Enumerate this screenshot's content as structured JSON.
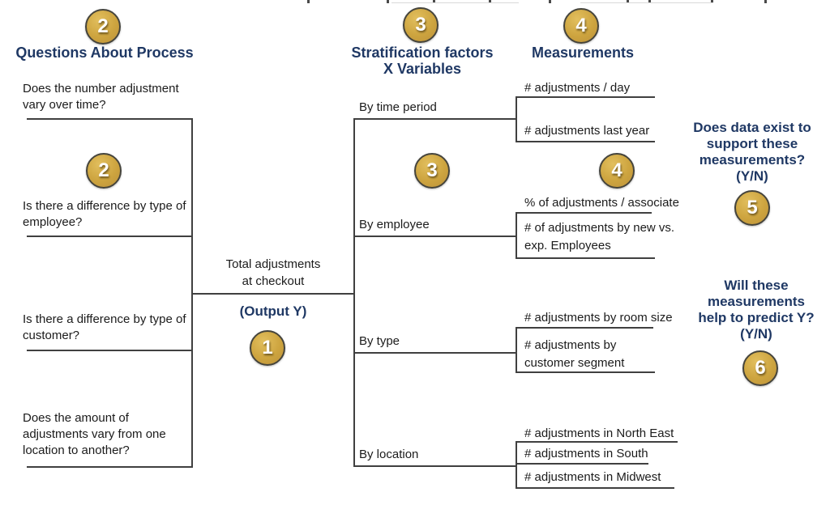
{
  "colors": {
    "heading_blue": "#1F3864",
    "badge_gold": "#CDA43F",
    "line_gray": "#404040",
    "text_black": "#1B1B1B"
  },
  "headers": {
    "questions": "Questions About Process",
    "stratification": [
      "Stratification factors",
      "X Variables"
    ],
    "measurements": "Measurements"
  },
  "badges": {
    "questions_top": "2",
    "questions_mid": "2",
    "output": "1",
    "stratification_top": "3",
    "stratification_mid": "3",
    "measurements_top": "4",
    "measurements_mid": "4",
    "data_exists": "5",
    "predict": "6"
  },
  "questions": [
    {
      "lines": [
        "Does the number adjustment",
        "vary over time?"
      ]
    },
    {
      "lines": [
        "Is there a difference by type of",
        "employee?"
      ]
    },
    {
      "lines": [
        "Is there a difference by type of",
        "customer?"
      ]
    },
    {
      "lines": [
        "Does the amount of",
        "adjustments vary from one",
        "location to another?"
      ]
    }
  ],
  "output": {
    "lines": [
      "Total adjustments",
      "at checkout"
    ],
    "label": "(Output Y)"
  },
  "factors": [
    {
      "label": "By time period"
    },
    {
      "label": "By employee"
    },
    {
      "label": "By type"
    },
    {
      "label": "By location"
    }
  ],
  "measurements": [
    {
      "lines": [
        "# adjustments / day"
      ]
    },
    {
      "lines": [
        "# adjustments last year"
      ]
    },
    {
      "lines": [
        "% of adjustments / associate"
      ]
    },
    {
      "lines": [
        "# of adjustments by new vs.",
        "exp. Employees"
      ]
    },
    {
      "lines": [
        "# adjustments by room size"
      ]
    },
    {
      "lines": [
        "# adjustments by",
        "customer segment"
      ]
    },
    {
      "lines": [
        "# adjustments in North East"
      ]
    },
    {
      "lines": [
        "# adjustments in South"
      ]
    },
    {
      "lines": [
        "# adjustments in Midwest"
      ]
    }
  ],
  "prompts": {
    "data_exists": {
      "lines": [
        "Does data exist to",
        "support these",
        "measurements?",
        "(Y/N)"
      ]
    },
    "predict": {
      "lines": [
        "Will these",
        "measurements",
        "help to predict Y?",
        "(Y/N)"
      ]
    }
  }
}
